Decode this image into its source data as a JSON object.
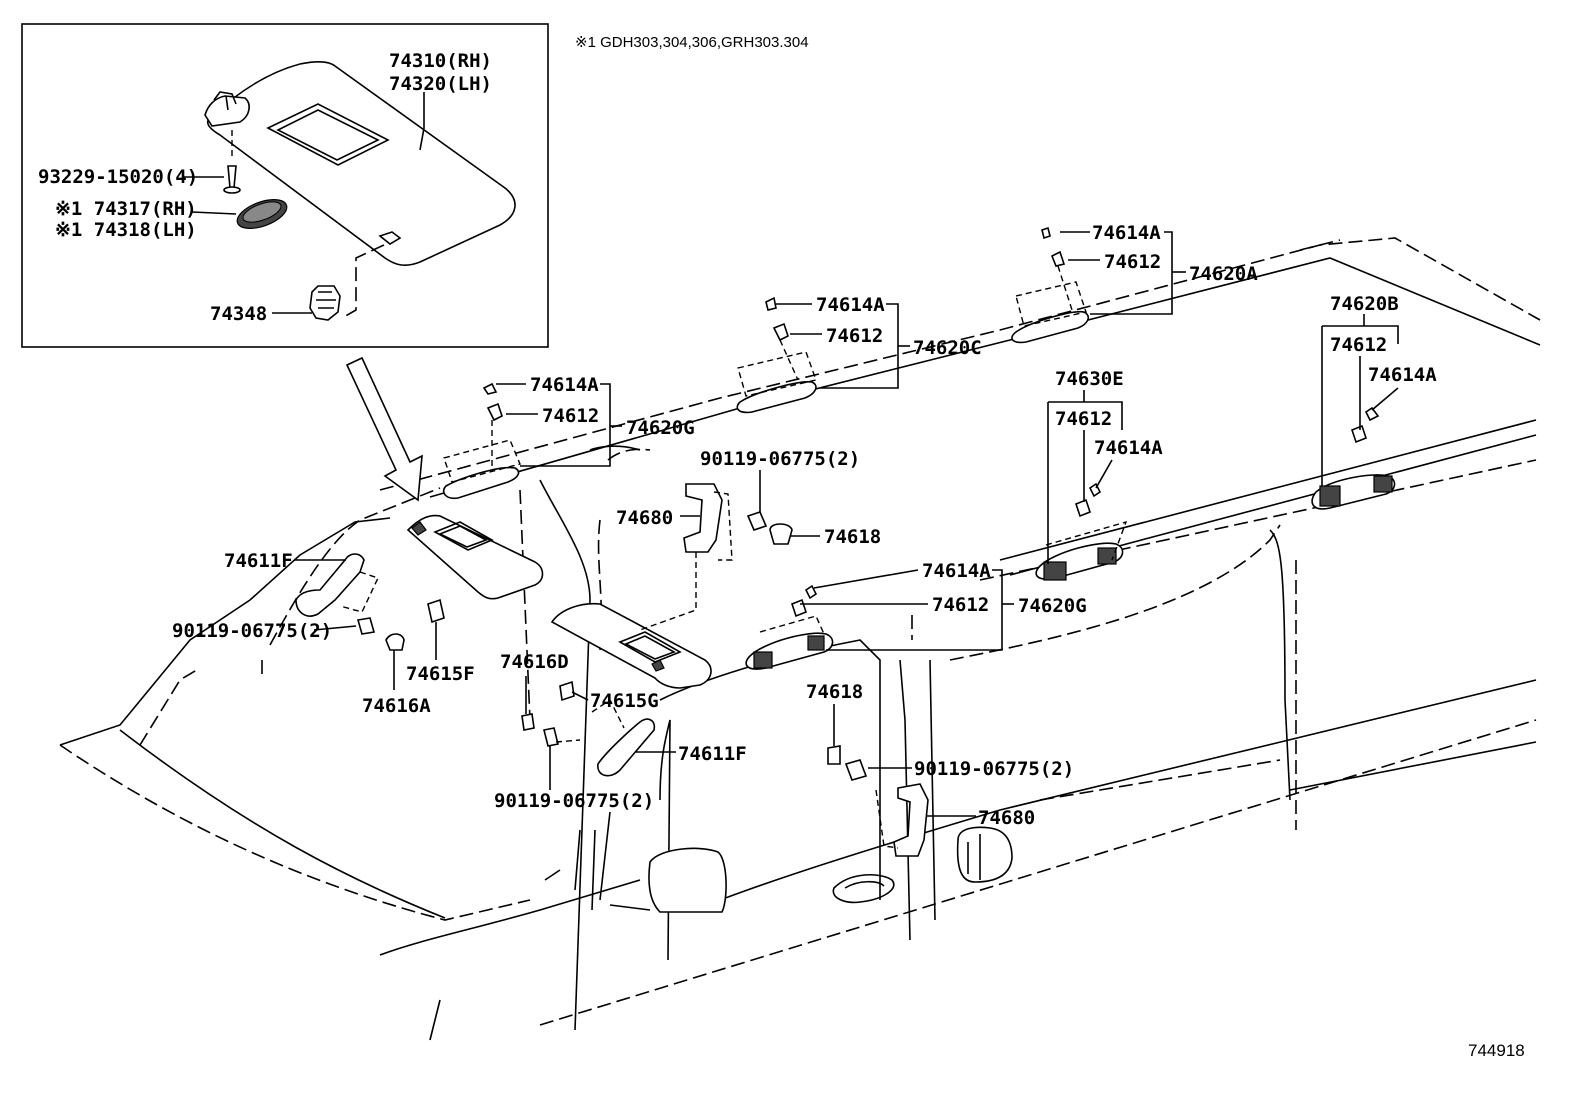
{
  "note": "※1 GDH303,304,306,GRH303.304",
  "ref_code": "744918",
  "inset_labels": {
    "visor_rh": "74310(RH)",
    "visor_lh": "74320(LH)",
    "screw": "93229-15020(4)",
    "mirror_rh": "※1 74317(RH)",
    "mirror_lh": "※1 74318(LH)",
    "holder": "74348"
  },
  "labels": {
    "a1": "74614A",
    "a2": "74612",
    "a3": "74620A",
    "c1": "74614A",
    "c2": "74612",
    "c3": "74620C",
    "g1": "74614A",
    "g2": "74612",
    "g3": "74620G",
    "b1": "74620B",
    "b2": "74612",
    "b3": "74614A",
    "e1": "74630E",
    "e2": "74612",
    "e3": "74614A",
    "bolt_top": "90119-06775(2)",
    "handle_top": "74680",
    "cap_top": "74618",
    "f_left": "74611F",
    "bolt_left": "90119-06775(2)",
    "f15f": "74615F",
    "f16a": "74616A",
    "f16d": "74616D",
    "f15g": "74615G",
    "f_mid": "74611F",
    "bolt_mid": "90119-06775(2)",
    "g4": "74614A",
    "g5": "74612",
    "g6": "74620G",
    "cap_bot": "74618",
    "bolt_bot": "90119-06775(2)",
    "handle_bot": "74680"
  }
}
